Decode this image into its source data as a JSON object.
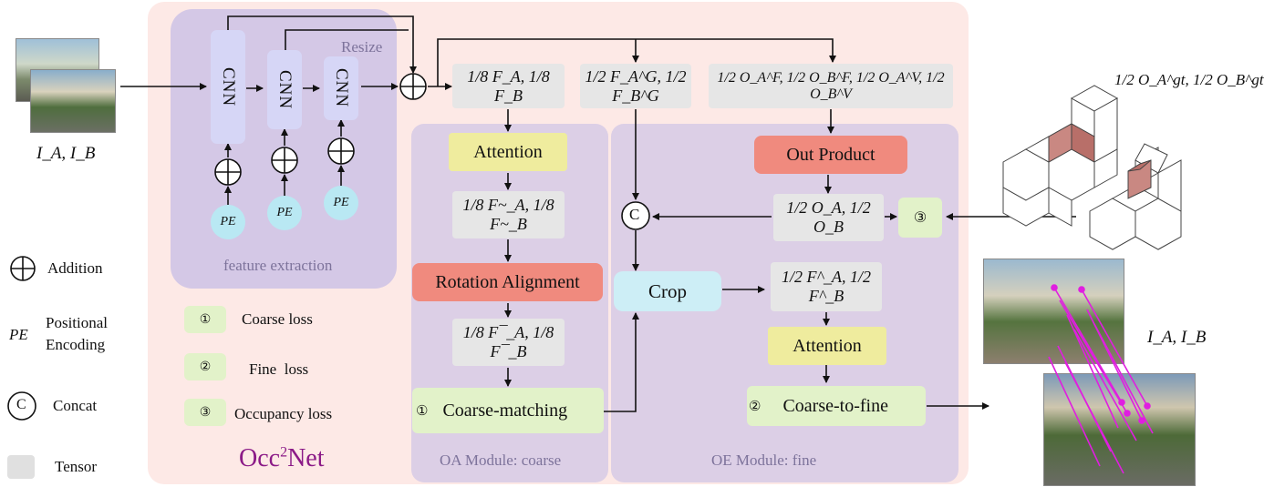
{
  "inputs": {
    "label": "I_A, I_B"
  },
  "feature_extraction": {
    "cnn_label": "CNN",
    "resize_label": "Resize",
    "pe_label": "PE",
    "caption": "feature extraction"
  },
  "legend": {
    "addition": "Addition",
    "pe_symbol": "PE",
    "pe_line1": "Positional",
    "pe_line2": "Encoding",
    "concat_symbol": "C",
    "concat": "Concat",
    "tensor": "Tensor"
  },
  "losses": [
    {
      "marker": "①",
      "label": "Coarse loss"
    },
    {
      "marker": "②",
      "label": "Fine  loss"
    },
    {
      "marker": "③",
      "label": "Occupancy loss"
    }
  ],
  "brand": {
    "name": "Occ",
    "superscript": "2",
    "suffix": "Net",
    "color": "#8b1a87"
  },
  "tensors": {
    "f": "1/8 F_A, 1/8 F_B",
    "fg": "1/2 F_A^G, 1/2 F_B^G",
    "o": "1/2 O_A^F, 1/2 O_B^F, 1/2 O_A^V, 1/2 O_B^V",
    "gt": "1/2 O_A^gt, 1/2 O_B^gt",
    "f_tilde": "1/8 F~_A, 1/8 F~_B",
    "f_bar": "1/8 F¯_A, 1/8 F¯_B",
    "o_ab": "1/2 O_A, 1/2 O_B",
    "f_hat": "1/2 F^_A, 1/2 F^_B"
  },
  "oa_module": {
    "attention": "Attention",
    "rotation": "Rotation Alignment",
    "coarse_matching": "Coarse-matching",
    "coarse_marker": "①",
    "caption": "OA Module: coarse"
  },
  "oe_module": {
    "out_product": "Out Product",
    "concat_symbol": "C",
    "occ_marker": "③",
    "crop": "Crop",
    "attention": "Attention",
    "coarse_to_fine": "Coarse-to-fine",
    "fine_marker": "②",
    "caption": "OE Module: fine"
  },
  "output": {
    "label": "I_A, I_B"
  },
  "colors": {
    "panel_bg": "#fde9e6",
    "module_bg": "#dccfe6",
    "match_lines": "#e01ee0",
    "salmon": "#f08a7e",
    "yellow": "#efec9e",
    "green": "#e2f2c9"
  }
}
